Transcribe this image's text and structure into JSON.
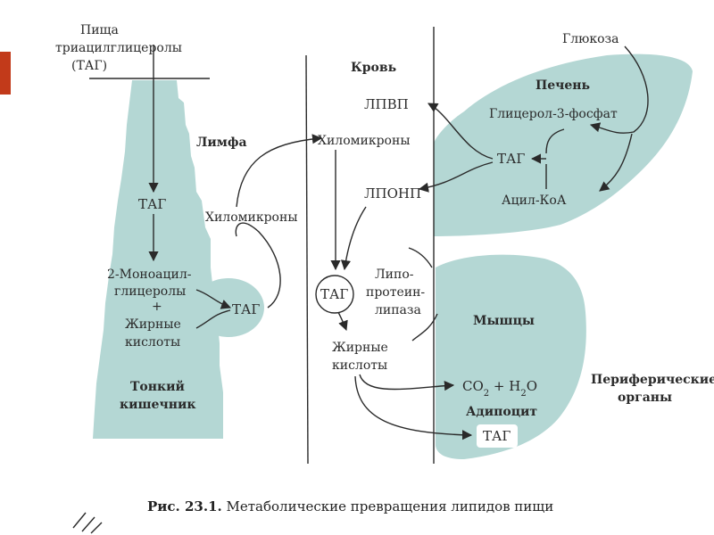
{
  "colors": {
    "organ_fill": "#b4d7d4",
    "accent_bar": "#c23a1a",
    "stroke": "#2a2a2a"
  },
  "left": {
    "food_line1": "Пища",
    "food_line2": "триацилглицеролы",
    "food_line3": "(ТАГ)",
    "tag": "ТАГ",
    "mono_line1": "2-Моноацил-",
    "mono_line2": "глицеролы",
    "plus": "+",
    "fa_line1": "Жирные",
    "fa_line2": "кислоты",
    "tag_right": "ТАГ",
    "organ_line1": "Тонкий",
    "organ_line2": "кишечник",
    "chylo": "Хиломикроны",
    "lymph": "Лимфа"
  },
  "middle": {
    "blood": "Кровь",
    "lpvp": "ЛПВП",
    "chylo": "Хиломикроны",
    "lponp": "ЛПОНП",
    "tag": "ТАГ",
    "lipase_line1": "Липо-",
    "lipase_line2": "протеин-",
    "lipase_line3": "липаза",
    "fa_line1": "Жирные",
    "fa_line2": "кислоты"
  },
  "right": {
    "glucose": "Глюкоза",
    "liver": "Печень",
    "g3p": "Глицерол-3-фосфат",
    "tag": "ТАГ",
    "acyl": "Ацил-КоА",
    "muscle": "Мышцы",
    "co2": "CO",
    "co2_sub": "2",
    "plus_h": " + H",
    "h2o_sub": "2",
    "o": "O",
    "adipose": "Адипоцит",
    "tag_adipose": "ТАГ",
    "periph_line1": "Периферические",
    "periph_line2": "органы"
  },
  "caption": {
    "number": "Рис. 23.1.",
    "text": " Метаболические превращения липидов пищи"
  }
}
